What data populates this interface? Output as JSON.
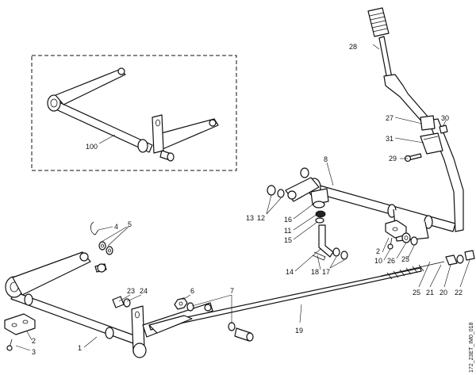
{
  "reference_code": "172_23ET_IM0_018",
  "callouts": {
    "c1": "1",
    "c2a": "2",
    "c2b": "2",
    "c3": "3",
    "c4": "4",
    "c5": "5",
    "c6": "6",
    "c7": "7",
    "c8": "8",
    "c10": "10",
    "c11": "11",
    "c12": "12",
    "c13": "13",
    "c14": "14",
    "c15": "15",
    "c16": "16",
    "c17": "17",
    "c18": "18",
    "c19": "19",
    "c20": "20",
    "c21": "21",
    "c22": "22",
    "c23": "23",
    "c24": "24",
    "c25a": "25",
    "c25b": "25",
    "c26": "26",
    "c27": "27",
    "c28": "28",
    "c29": "29",
    "c30": "30",
    "c31": "31",
    "c100": "100"
  }
}
